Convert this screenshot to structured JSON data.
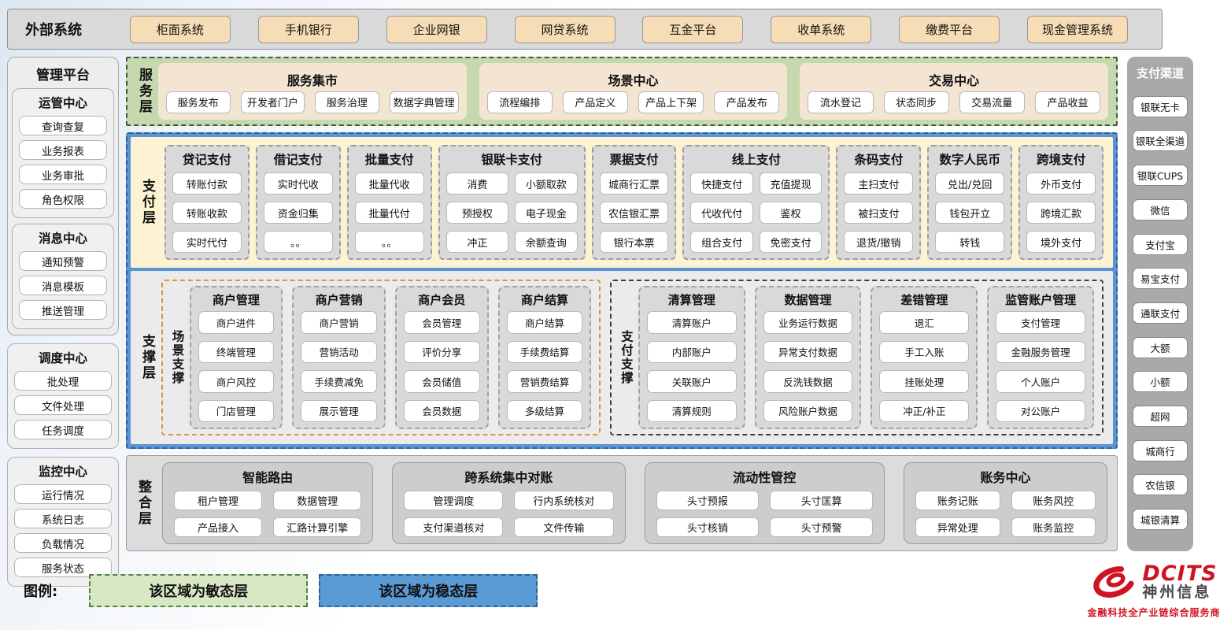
{
  "external_systems": {
    "label": "外部系统",
    "items": [
      "柜面系统",
      "手机银行",
      "企业网银",
      "网贷系统",
      "互金平台",
      "收单系统",
      "缴费平台",
      "现金管理系统"
    ]
  },
  "management_platform": {
    "title": "管理平台",
    "inner_groups": [
      {
        "title": "运管中心",
        "items": [
          "查询查复",
          "业务报表",
          "业务审批",
          "角色权限"
        ]
      },
      {
        "title": "消息中心",
        "items": [
          "通知预警",
          "消息模板",
          "推送管理"
        ]
      }
    ],
    "outer_groups": [
      {
        "title": "调度中心",
        "items": [
          "批处理",
          "文件处理",
          "任务调度"
        ]
      },
      {
        "title": "监控中心",
        "items": [
          "运行情况",
          "系统日志",
          "负载情况",
          "服务状态"
        ]
      }
    ]
  },
  "service_layer": {
    "label": "服务层",
    "sections": [
      {
        "title": "服务集市",
        "items": [
          "服务发布",
          "开发者门户",
          "服务治理",
          "数据字典管理"
        ]
      },
      {
        "title": "场景中心",
        "items": [
          "流程编排",
          "产品定义",
          "产品上下架",
          "产品发布"
        ]
      },
      {
        "title": "交易中心",
        "items": [
          "流水登记",
          "状态同步",
          "交易流量",
          "产品收益"
        ]
      }
    ]
  },
  "payment_layer": {
    "label": "支付层",
    "columns": [
      {
        "title": "贷记支付",
        "cols": 1,
        "items": [
          "转账付款",
          "转账收款",
          "实时代付"
        ]
      },
      {
        "title": "借记支付",
        "cols": 1,
        "items": [
          "实时代收",
          "资金归集",
          "。。"
        ]
      },
      {
        "title": "批量支付",
        "cols": 1,
        "items": [
          "批量代收",
          "批量代付",
          "。。"
        ]
      },
      {
        "title": "银联卡支付",
        "cols": 2,
        "items": [
          "消费",
          "小额取款",
          "预授权",
          "电子现金",
          "冲正",
          "余额查询"
        ]
      },
      {
        "title": "票据支付",
        "cols": 1,
        "items": [
          "城商行汇票",
          "农信银汇票",
          "银行本票"
        ]
      },
      {
        "title": "线上支付",
        "cols": 2,
        "items": [
          "快捷支付",
          "充值提现",
          "代收代付",
          "鉴权",
          "组合支付",
          "免密支付"
        ]
      },
      {
        "title": "条码支付",
        "cols": 1,
        "items": [
          "主扫支付",
          "被扫支付",
          "退货/撤销"
        ]
      },
      {
        "title": "数字人民币",
        "cols": 1,
        "items": [
          "兑出/兑回",
          "钱包开立",
          "转钱"
        ]
      },
      {
        "title": "跨境支付",
        "cols": 1,
        "items": [
          "外币支付",
          "跨境汇款",
          "境外支付"
        ]
      }
    ]
  },
  "support_layer": {
    "label": "支撑层",
    "groups": [
      {
        "label": "场景支撑",
        "style": "orange",
        "flex": 47,
        "columns": [
          {
            "title": "商户管理",
            "items": [
              "商户进件",
              "终端管理",
              "商户风控",
              "门店管理"
            ]
          },
          {
            "title": "商户营销",
            "items": [
              "商户营销",
              "营销活动",
              "手续费减免",
              "展示管理"
            ]
          },
          {
            "title": "商户会员",
            "items": [
              "会员管理",
              "评价分享",
              "会员储值",
              "会员数据"
            ]
          },
          {
            "title": "商户结算",
            "items": [
              "商户结算",
              "手续费结算",
              "营销费结算",
              "多级结算"
            ]
          }
        ]
      },
      {
        "label": "支付支撑",
        "style": "dark",
        "flex": 53,
        "columns": [
          {
            "title": "清算管理",
            "items": [
              "清算账户",
              "内部账户",
              "关联账户",
              "清算规则"
            ]
          },
          {
            "title": "数据管理",
            "items": [
              "业务运行数据",
              "异常支付数据",
              "反洗钱数据",
              "风险账户数据"
            ]
          },
          {
            "title": "差错管理",
            "items": [
              "退汇",
              "手工入账",
              "挂账处理",
              "冲正/补正"
            ]
          },
          {
            "title": "监管账户管理",
            "items": [
              "支付管理",
              "金融服务管理",
              "个人账户",
              "对公账户"
            ]
          }
        ]
      }
    ]
  },
  "integration_layer": {
    "label": "整合层",
    "sections": [
      {
        "title": "智能路由",
        "flex": 26,
        "items": [
          "租户管理",
          "数据管理",
          "产品接入",
          "汇路计算引擎"
        ]
      },
      {
        "title": "跨系统集中对账",
        "flex": 29,
        "items": [
          "管理调度",
          "行内系统核对",
          "支付渠道核对",
          "文件传输"
        ]
      },
      {
        "title": "流动性管控",
        "flex": 30,
        "items": [
          "头寸预报",
          "头寸匡算",
          "头寸核销",
          "头寸预警"
        ]
      },
      {
        "title": "账务中心",
        "flex": 25,
        "items": [
          "账务记账",
          "账务风控",
          "异常处理",
          "账务监控"
        ]
      }
    ]
  },
  "payment_channels": {
    "title": "支付渠道",
    "items": [
      "银联无卡",
      "银联全渠道",
      "银联CUPS",
      "微信",
      "支付宝",
      "易宝支付",
      "通联支付",
      "大额",
      "小额",
      "超网",
      "城商行",
      "农信银",
      "城银清算"
    ]
  },
  "legend": {
    "label": "图例:",
    "agile": "该区域为敏态层",
    "stable": "该区域为稳态层"
  },
  "logo": {
    "brand": "DCITS",
    "company": "神州信息",
    "tagline": "金融科技全产业链综合服务商"
  },
  "colors": {
    "agile_layer_green": "#c6d9ae",
    "stable_layer_blue": "#5b94d2",
    "payment_layer_cream": "#fdf3d2",
    "service_box_tan": "#f3e5d2",
    "external_button_tan": "#f6ddb5",
    "scene_support_orange": "#d9953f",
    "legend_green": "#d8e7c4",
    "legend_blue": "#5b9bd5",
    "brand_red": "#cf1322"
  }
}
